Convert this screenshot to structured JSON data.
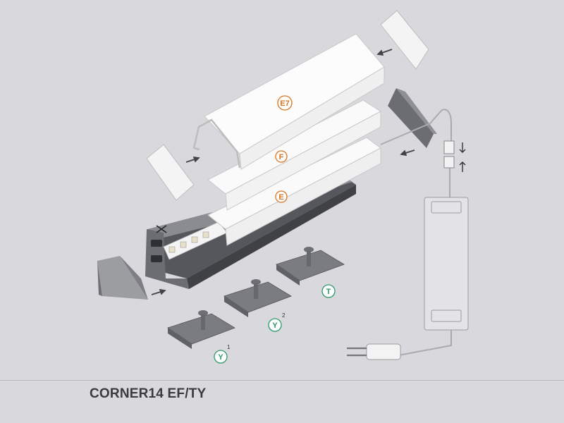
{
  "caption": "CORNER14 EF/TY",
  "markers": {
    "e7": "E7",
    "f": "F",
    "e": "E",
    "t": "T",
    "y2": "Y",
    "y2_sup": "2",
    "y1": "Y",
    "y1_sup": "1"
  },
  "colors": {
    "background": "#d9d9dd",
    "diffuser_marker": "#d9731f",
    "mount_marker": "#2e9a6b",
    "profile": "#5b5d62"
  }
}
